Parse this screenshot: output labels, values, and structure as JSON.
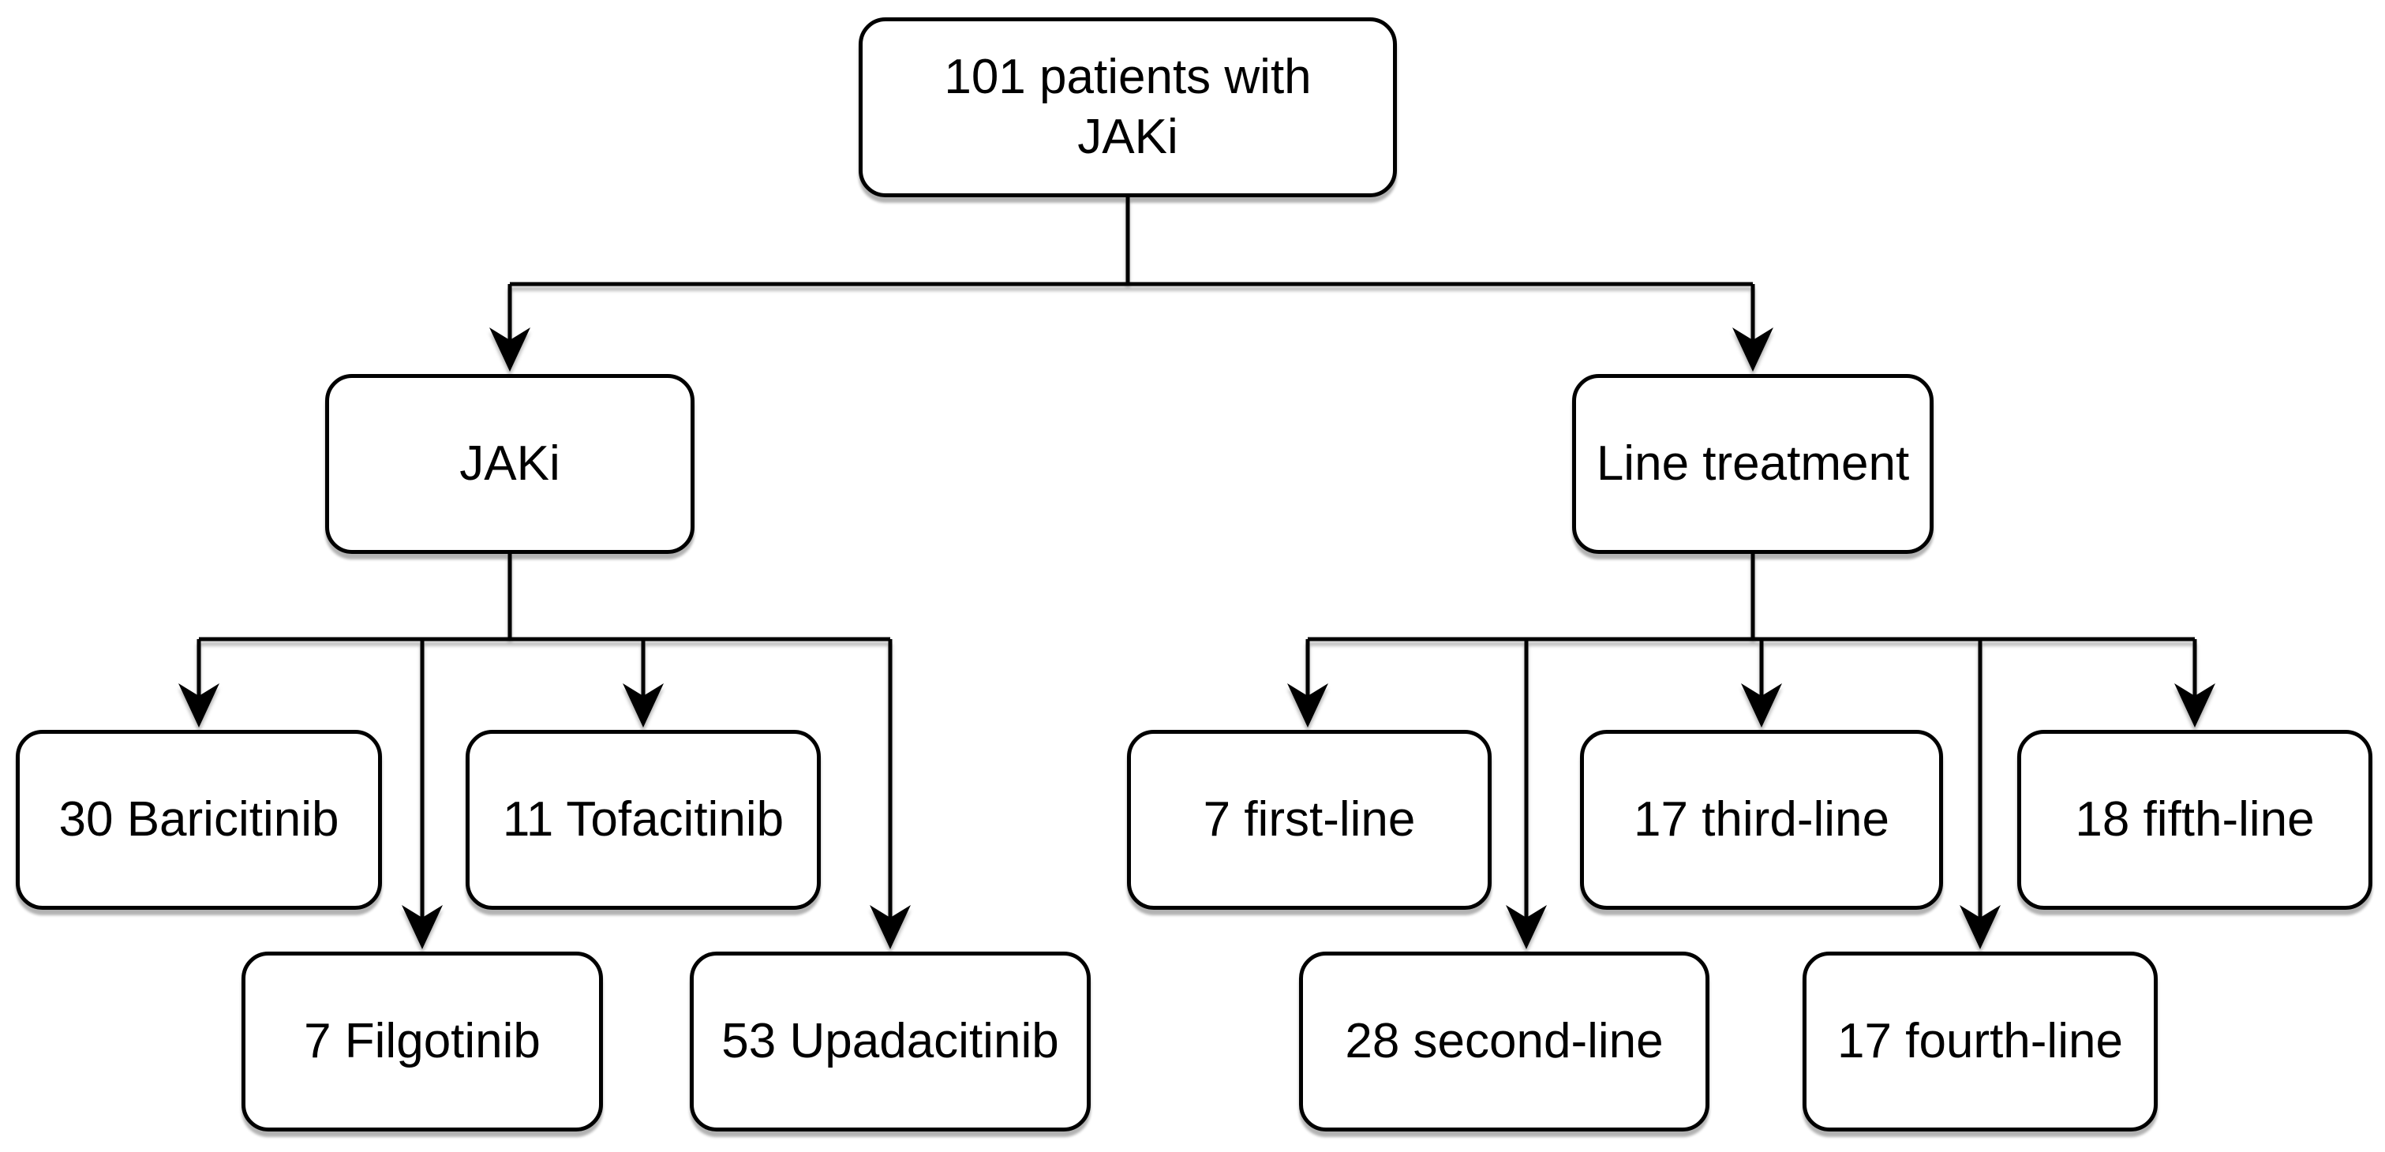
{
  "diagram": {
    "type": "flowchart",
    "colors": {
      "background": "#ffffff",
      "node_fill": "#ffffff",
      "node_border": "#000000",
      "line": "#000000",
      "text": "#000000"
    },
    "nodes": {
      "root": {
        "label": "101 patients with\nJAKi"
      },
      "jaki": {
        "label": "JAKi"
      },
      "line_treatment": {
        "label": "Line treatment"
      },
      "baricitinib": {
        "label": "30 Baricitinib"
      },
      "tofacitinib": {
        "label": "11 Tofacitinib"
      },
      "filgotinib": {
        "label": "7 Filgotinib"
      },
      "upadacitinib": {
        "label": "53 Upadacitinib"
      },
      "first_line": {
        "label": "7 first-line"
      },
      "second_line": {
        "label": "28 second-line"
      },
      "third_line": {
        "label": "17 third-line"
      },
      "fourth_line": {
        "label": "17 fourth-line"
      },
      "fifth_line": {
        "label": "18 fifth-line"
      }
    },
    "edges": [
      {
        "from": "root",
        "to": "jaki"
      },
      {
        "from": "root",
        "to": "line_treatment"
      },
      {
        "from": "jaki",
        "to": "baricitinib"
      },
      {
        "from": "jaki",
        "to": "filgotinib"
      },
      {
        "from": "jaki",
        "to": "tofacitinib"
      },
      {
        "from": "jaki",
        "to": "upadacitinib"
      },
      {
        "from": "line_treatment",
        "to": "first_line"
      },
      {
        "from": "line_treatment",
        "to": "second_line"
      },
      {
        "from": "line_treatment",
        "to": "third_line"
      },
      {
        "from": "line_treatment",
        "to": "fourth_line"
      },
      {
        "from": "line_treatment",
        "to": "fifth_line"
      }
    ]
  }
}
